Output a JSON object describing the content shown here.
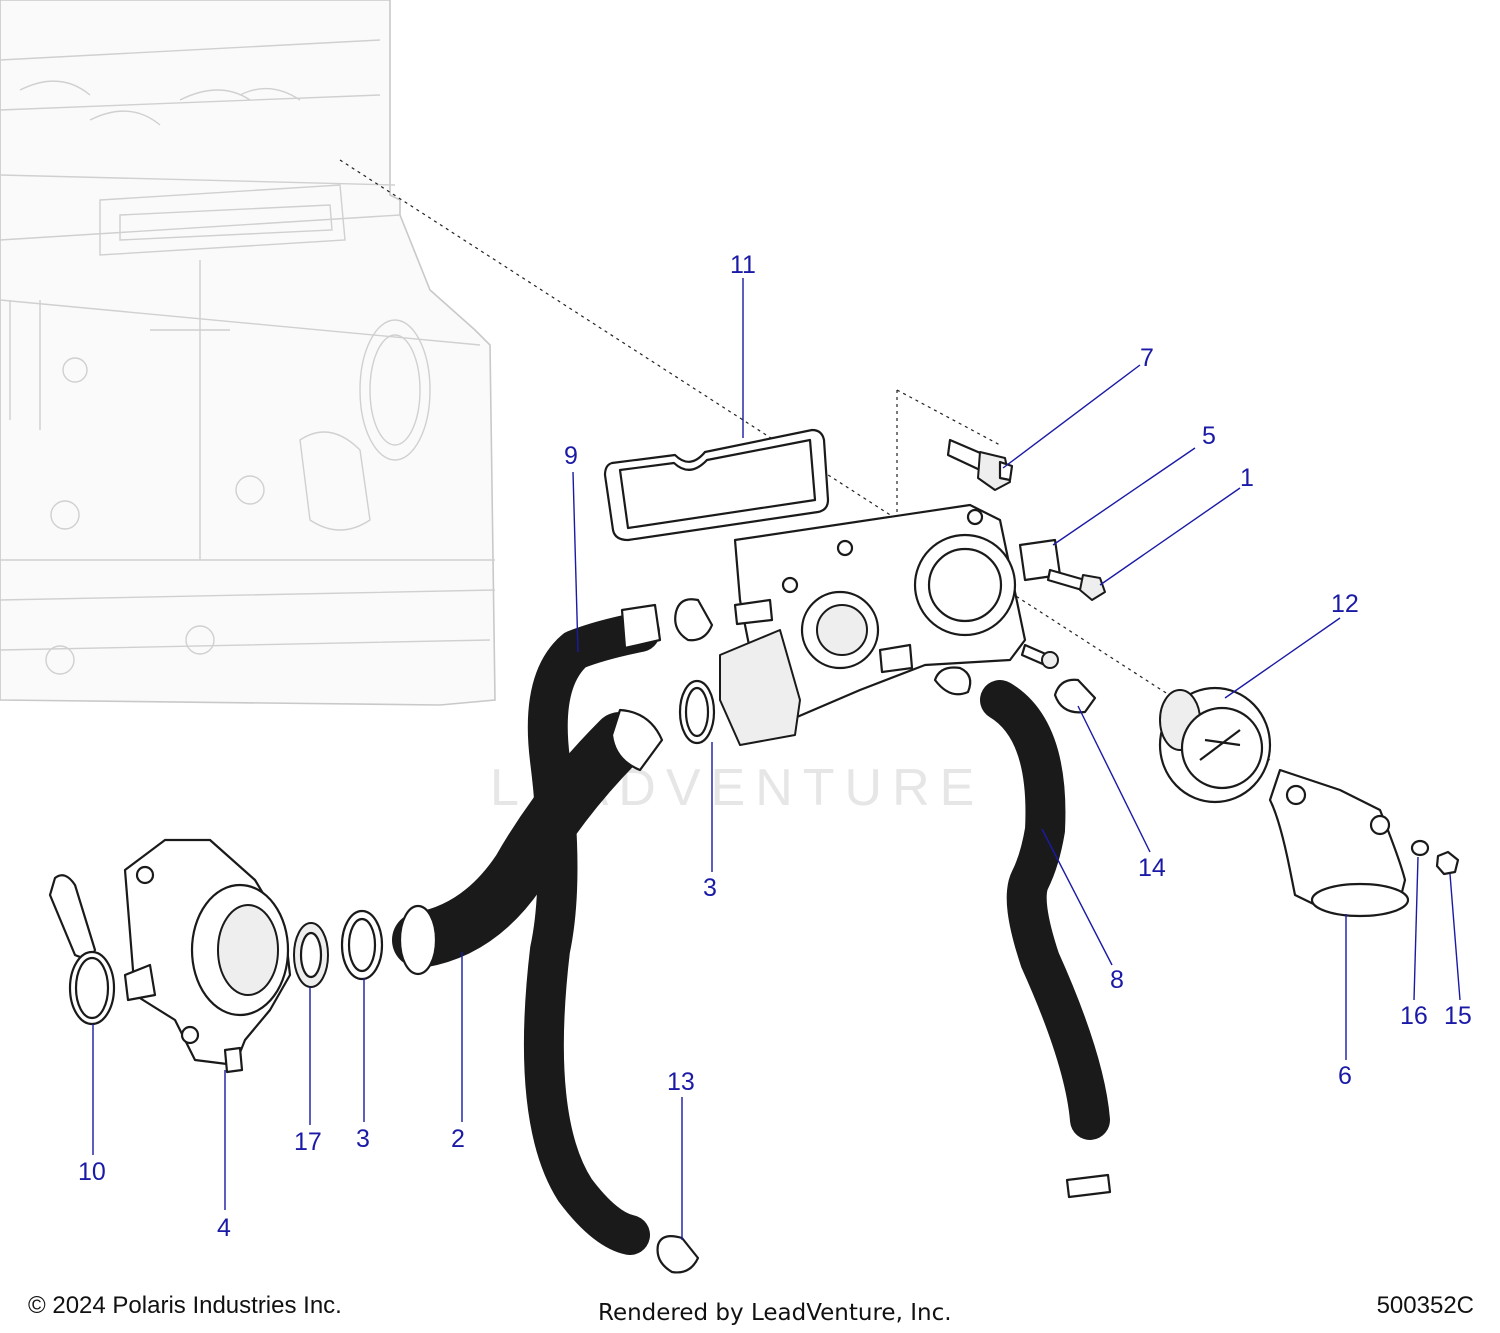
{
  "watermark": "LEADVENTURE",
  "footer": {
    "copyright": "© 2024 Polaris Industries Inc.",
    "rendered_by": "Rendered by LeadVenture, Inc.",
    "diagram_id": "500352C"
  },
  "callouts": {
    "c1": "1",
    "c2": "2",
    "c3a": "3",
    "c3b": "3",
    "c4": "4",
    "c5": "5",
    "c6": "6",
    "c7": "7",
    "c8": "8",
    "c9": "9",
    "c10": "10",
    "c11": "11",
    "c12": "12",
    "c13": "13",
    "c14": "14",
    "c15": "15",
    "c16": "16",
    "c17": "17"
  }
}
